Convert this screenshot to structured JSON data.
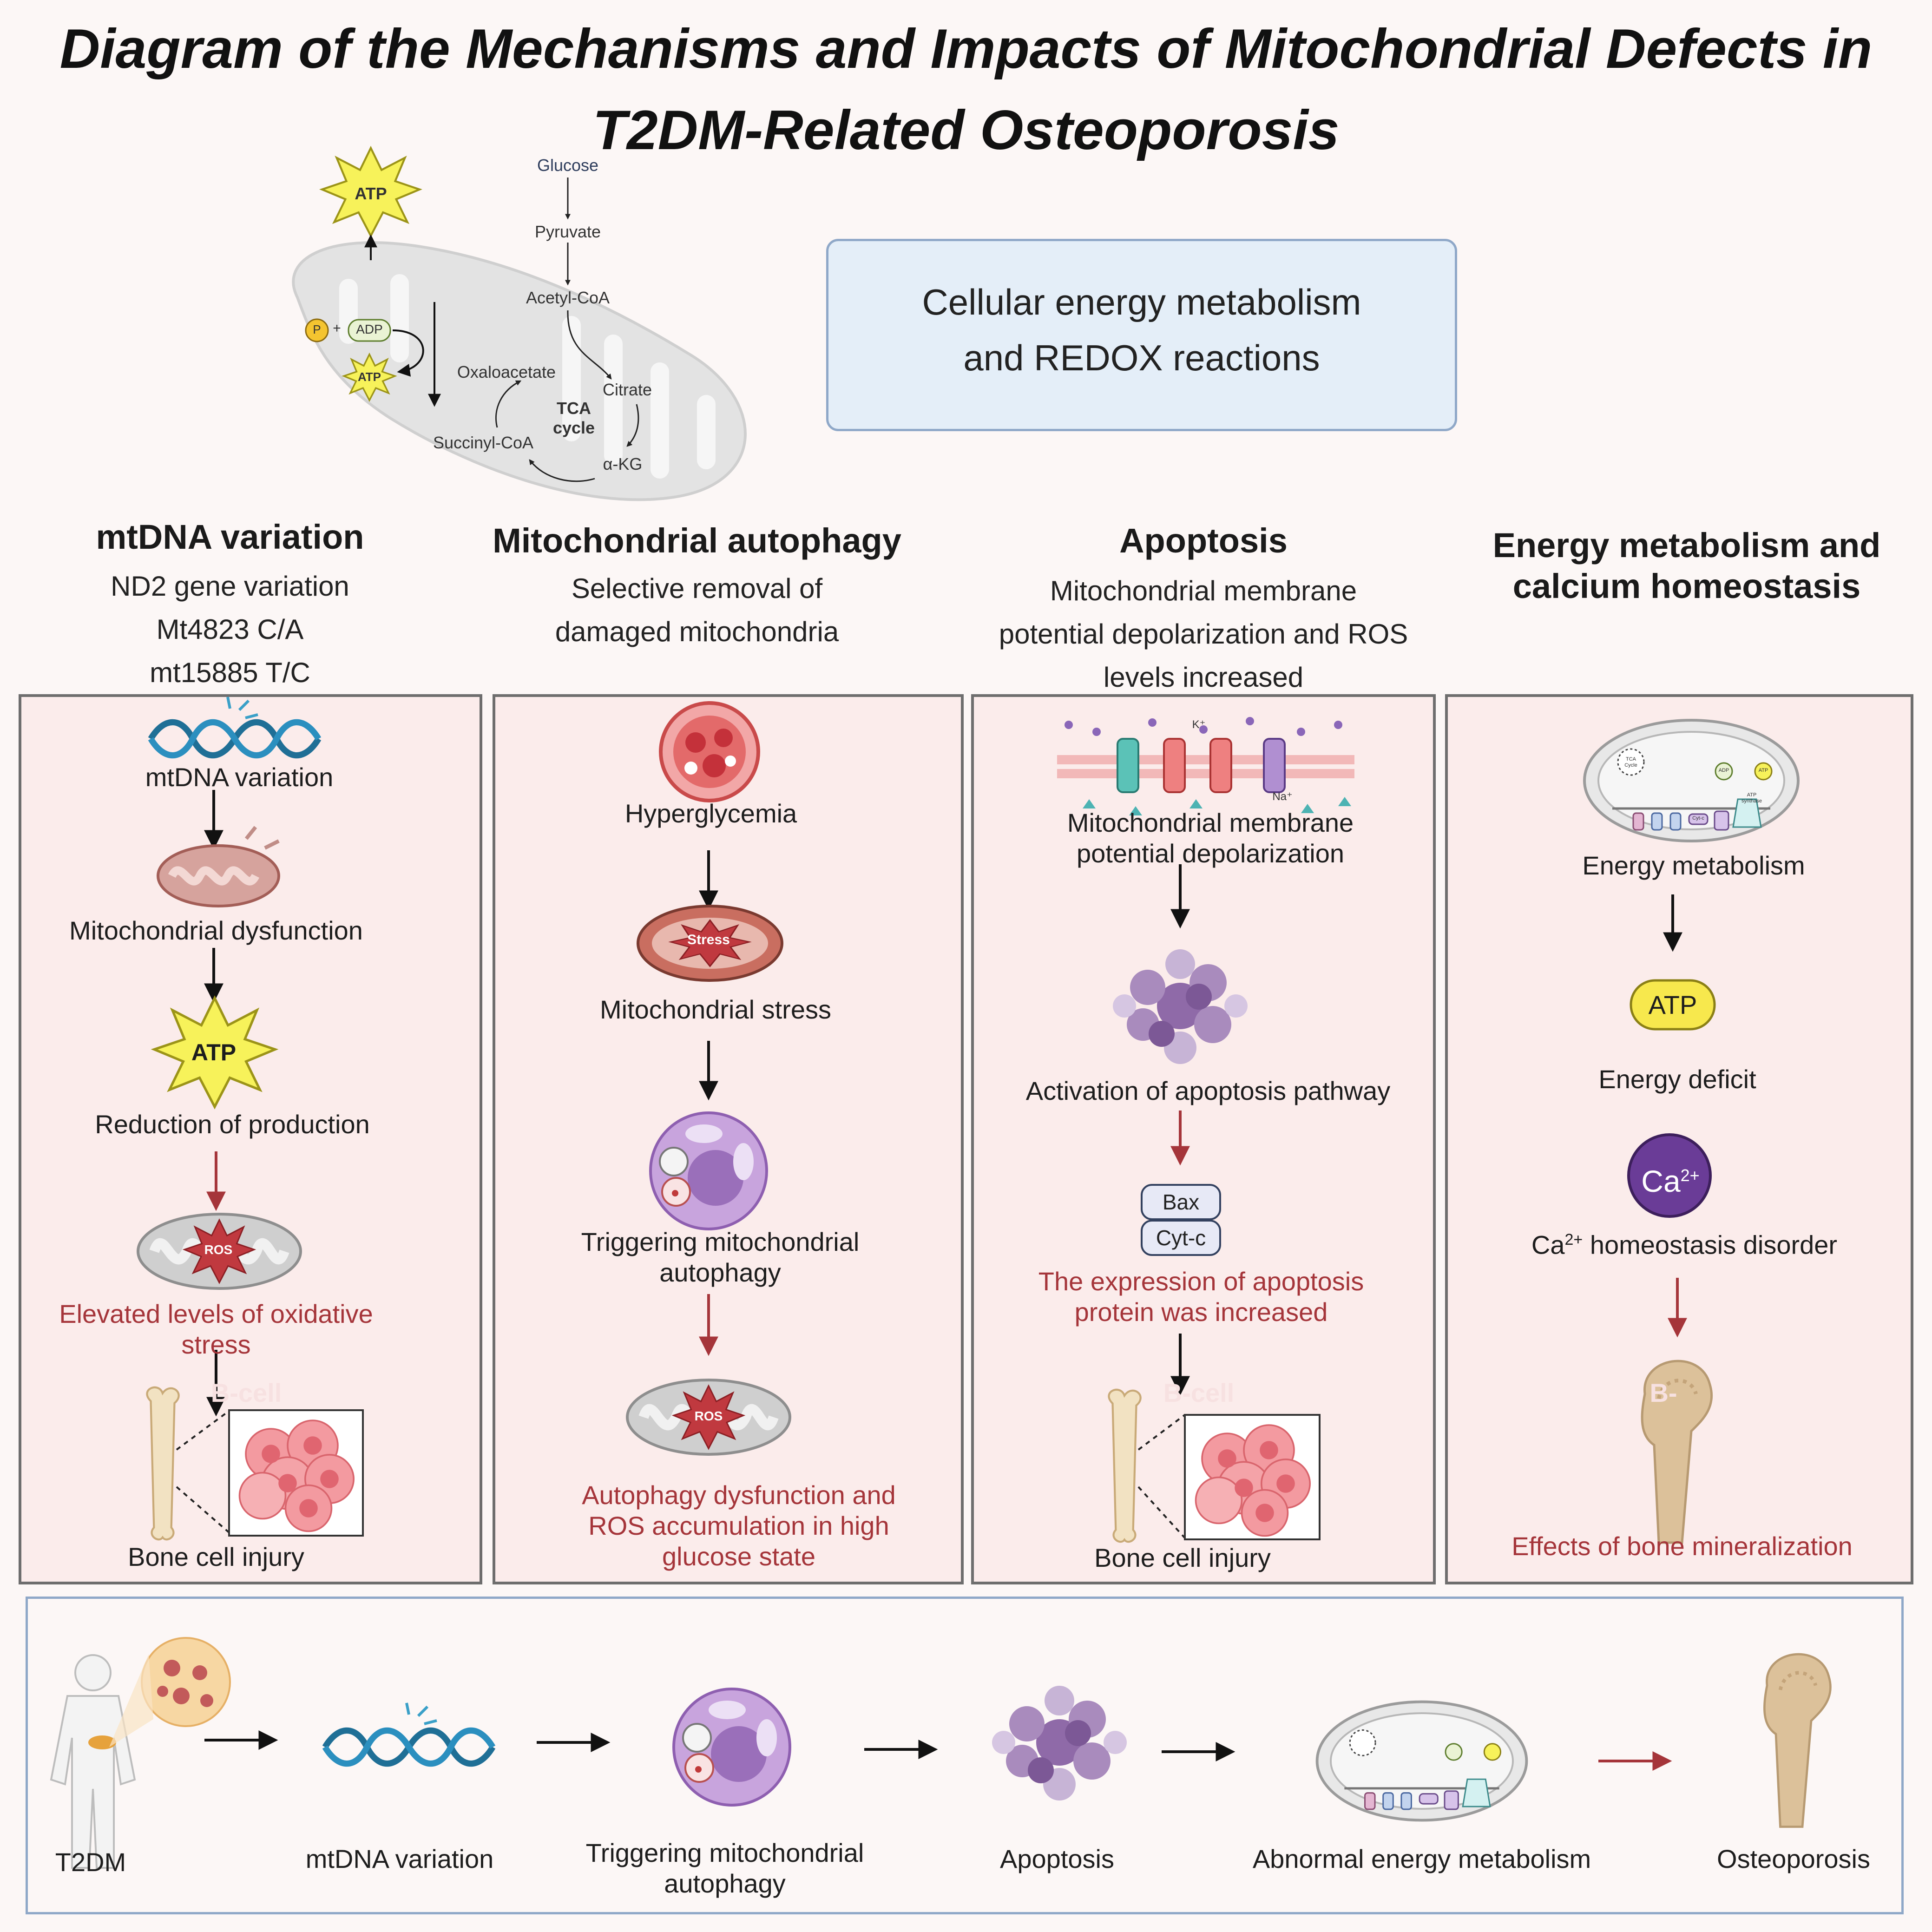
{
  "title": {
    "line1": "Diagram of the Mechanisms and Impacts of Mitochondrial Defects in",
    "line2": "T2DM-Related Osteoporosis"
  },
  "top_diagram": {
    "atp_label": "ATP",
    "glucose": "Glucose",
    "pyruvate": "Pyruvate",
    "acetyl_coa": "Acetyl-CoA",
    "oxaloacetate": "Oxaloacetate",
    "citrate": "Citrate",
    "tca_line1": "TCA",
    "tca_line2": "cycle",
    "succinyl_coa": "Succinyl-CoA",
    "akg": "α-KG",
    "p_label": "P",
    "plus": "+",
    "adp_label": "ADP"
  },
  "redox_box": {
    "line1": "Cellular energy metabolism",
    "line2": "and REDOX reactions"
  },
  "columns": [
    {
      "heading": "mtDNA variation",
      "sub": [
        "ND2 gene variation",
        "Mt4823 C/A",
        "mt15885 T/C"
      ],
      "steps": [
        "mtDNA variation",
        "Mitochondrial dysfunction",
        "ATP",
        "Reduction of production",
        "ROS",
        "Elevated levels of oxidative",
        "stress",
        "B-cell",
        "Bone cell injury"
      ]
    },
    {
      "heading": "Mitochondrial autophagy",
      "sub": [
        "Selective removal of",
        "damaged mitochondria"
      ],
      "steps": [
        "Hyperglycemia",
        "Stress",
        "Mitochondrial stress",
        "Triggering mitochondrial",
        "autophagy",
        "ROS",
        "Autophagy dysfunction and",
        "ROS accumulation in high",
        "glucose state"
      ]
    },
    {
      "heading": "Apoptosis",
      "sub": [
        "Mitochondrial membrane",
        "potential depolarization and ROS",
        "levels increased"
      ],
      "steps": [
        "K⁺",
        "Na⁺",
        "Mitochondrial membrane",
        "potential depolarization",
        "Activation of apoptosis pathway",
        "Bax",
        "Cyt-c",
        "The expression of apoptosis",
        "protein was increased",
        "B-cell",
        "Bone cell injury"
      ]
    },
    {
      "heading_line1": "Energy metabolism and",
      "heading_line2": "calcium homeostasis",
      "steps": [
        "TCA Cycle",
        "ADP",
        "ATP",
        "ATP synthase",
        "Cyt-c",
        "Energy metabolism",
        "ATP",
        "Energy deficit",
        "Ca",
        "2+",
        "Ca",
        "2+",
        " homeostasis disorder",
        "B-",
        "Effects of bone mineralization"
      ]
    }
  ],
  "bottom_flow": [
    "T2DM",
    "mtDNA variation",
    "Triggering mitochondrial",
    "autophagy",
    "Apoptosis",
    "Abnormal energy metabolism",
    "Osteoporosis"
  ],
  "colors": {
    "panel_fill": "#fbeceb",
    "panel_border": "#6e6e6e",
    "red_text": "#a5353a",
    "redox_fill": "#e4eef8",
    "dna_blue": "#1f6f96",
    "atp_yellow": "#f7f25a",
    "ros_red": "#c0393f",
    "ca_purple": "#6a3c97"
  }
}
